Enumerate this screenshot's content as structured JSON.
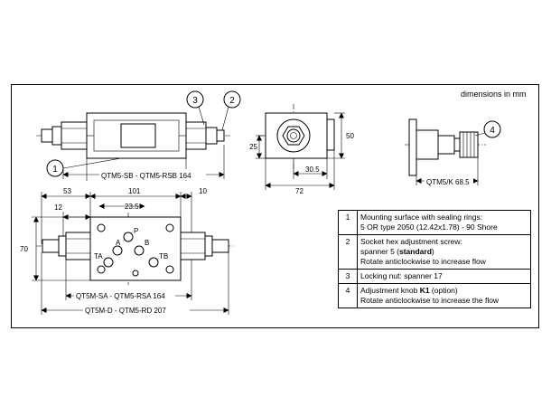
{
  "header": {
    "units_label": "dimensions in mm"
  },
  "callouts": [
    "3",
    "2",
    "1",
    "4"
  ],
  "side_view": {
    "length_label": "QTM5-SB - QTM5-RSB  164"
  },
  "end_view": {
    "dim_height_inner": "25",
    "dim_height": "50",
    "dim_offset": "30.5",
    "dim_width": "72"
  },
  "knob_view": {
    "length_label": "QTM5/K 68.5"
  },
  "plan_view": {
    "dim_left": "53",
    "dim_mid": "101",
    "dim_right": "10",
    "dim_hole_x": "12",
    "dim_port_x": "23.5",
    "dim_height": "70",
    "ports": {
      "p": "P",
      "a": "A",
      "b": "B",
      "ta": "TA",
      "tb": "TB"
    },
    "length_label_sa": "QT5M-SA - QTM5-RSA 164",
    "length_label_d": "QT5M-D - QTM5-RD 207"
  },
  "notes": [
    {
      "num": "1",
      "lines": [
        {
          "parts": [
            {
              "text": "Mounting surface with sealing rings:",
              "bold": false
            }
          ]
        },
        {
          "parts": [
            {
              "text": "5 OR type 2050 (12.42x1.78) - 90 Shore",
              "bold": false
            }
          ]
        }
      ]
    },
    {
      "num": "2",
      "lines": [
        {
          "parts": [
            {
              "text": "Socket hex adjustment screw:",
              "bold": false
            }
          ]
        },
        {
          "parts": [
            {
              "text": "spanner 5 (",
              "bold": false
            },
            {
              "text": "standard",
              "bold": true
            },
            {
              "text": ")",
              "bold": false
            }
          ]
        },
        {
          "parts": [
            {
              "text": "Rotate anticlockwise to increase flow",
              "bold": false
            }
          ]
        }
      ]
    },
    {
      "num": "3",
      "lines": [
        {
          "parts": [
            {
              "text": "Locking nut: spanner 17",
              "bold": false
            }
          ]
        }
      ]
    },
    {
      "num": "4",
      "lines": [
        {
          "parts": [
            {
              "text": "Adjustment knob ",
              "bold": false
            },
            {
              "text": "K1",
              "bold": true
            },
            {
              "text": " (option)",
              "bold": false
            }
          ]
        },
        {
          "parts": [
            {
              "text": "Rotate anticlockwise to increase the flow",
              "bold": false
            }
          ]
        }
      ]
    }
  ]
}
